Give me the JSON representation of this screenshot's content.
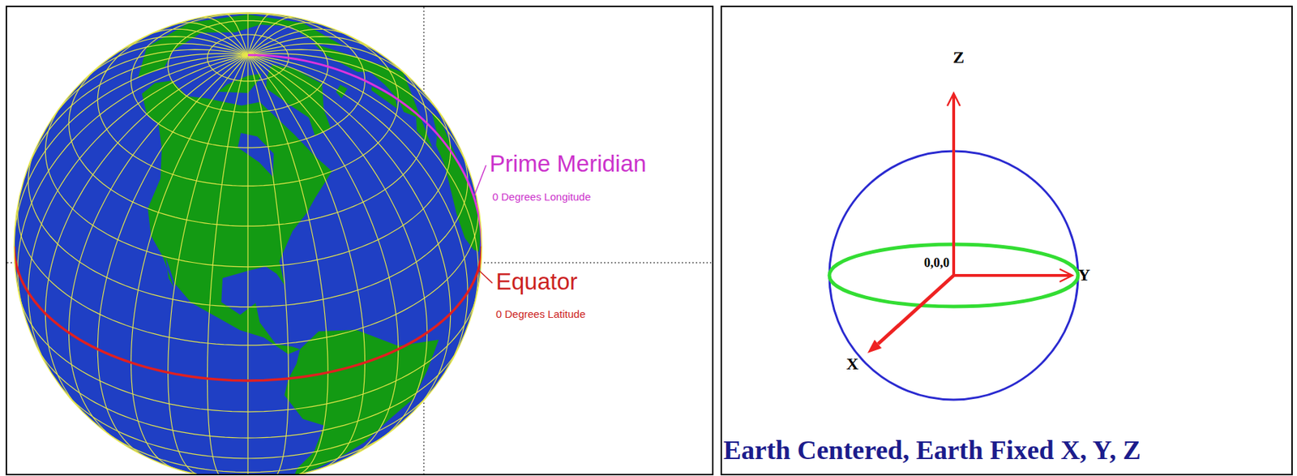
{
  "diagram": {
    "caption": "Earth Centered, Earth Fixed X, Y, Z",
    "labels": [
      "Prime Meridian",
      "0 Degrees Longitude",
      "Equator",
      "0 Degrees Latitude",
      "Z",
      "0,0,0",
      "Y",
      "X"
    ]
  }
}
